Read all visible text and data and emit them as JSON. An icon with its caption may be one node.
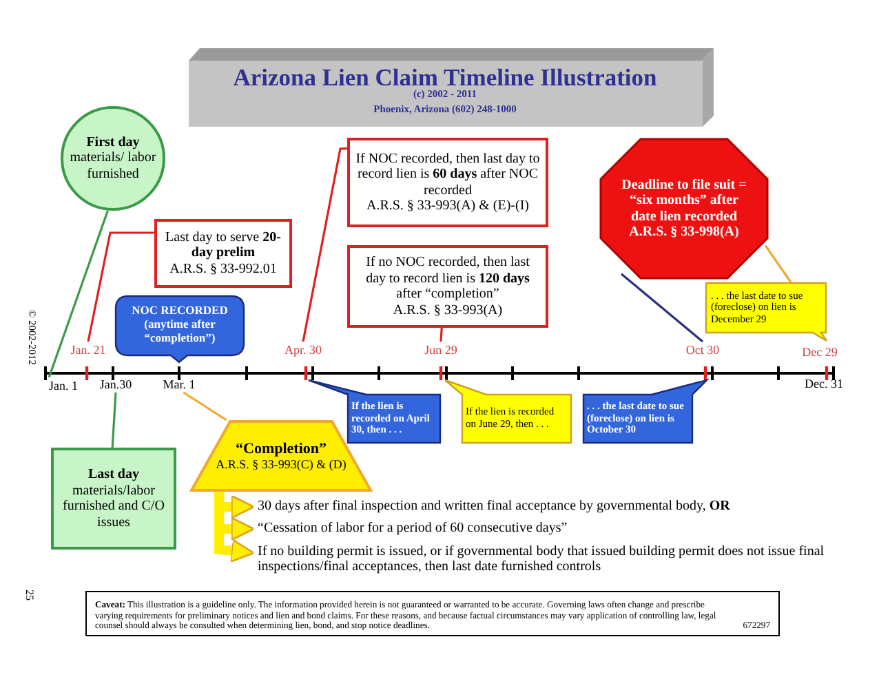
{
  "diagram": {
    "title": "Arizona Lien Claim Timeline Illustration",
    "nodes": [
      {
        "text": [
          "First day",
          "materials/ labor furnished"
        ]
      },
      {
        "text": [
          "Last day to serve **20-day prelim**",
          "A.R.S. § 33-992.01"
        ]
      },
      {
        "text": [
          "NOC RECORDED",
          "(anytime after “completion”)"
        ]
      },
      {
        "text": [
          "If NOC recorded, then last day to record lien is **60 days** after NOC recorded",
          "A.R.S. § 33-993(A) & (E)-(I)"
        ]
      },
      {
        "text": [
          "If no NOC recorded, then last day to record lien is **120 days** after “completion”",
          "A.R.S. § 33-993(A)"
        ]
      },
      {
        "text": [
          "Deadline to file suit = “six months” after date lien recorded",
          "A.R.S. § 33-998(A)"
        ]
      },
      {
        "text": [
          ". . . the last date to sue (foreclose) on lien is December 29"
        ]
      },
      {
        "text": [
          "If the lien is recorded on April 30, then . . ."
        ]
      },
      {
        "text": [
          "If the lien is recorded on June 29, then . . ."
        ]
      },
      {
        "text": [
          ". . . the last date to sue (foreclose) on lien is October 30"
        ]
      },
      {
        "text": [
          "Last day",
          "materials/labor furnished and C/O issues"
        ]
      },
      {
        "text": [
          "“Completion”",
          "A.R.S. § 33-993(C) & (D)"
        ]
      },
      {
        "text": [
          "30 days after final inspection and written final acceptance by governmental body, **OR**"
        ]
      },
      {
        "text": [
          "“Cessation of labor for a period of 60 consecutive days”"
        ]
      },
      {
        "text": [
          "If no building permit is issued, or if governmental body that issued building permit does not issue final inspections/final acceptances, then last date furnished controls"
        ]
      },
      {
        "text": [
          "**Caveat:** This illustration is a guideline only.  The information provided herein is not guaranteed or warranted to be accurate.  Governing laws often change and prescribe varying requirements for preliminary notices and lien and bond claims.  For these reasons, and because factual circumstances may vary application of controlling law, legal counsel should always be consulted when determining lien, bond, and stop notice deadlines.",
          "672297"
        ]
      },
      {
        "text": [
          "Jan. 21"
        ]
      },
      {
        "text": [
          "Apr. 30"
        ]
      },
      {
        "text": [
          "Jun 29"
        ]
      },
      {
        "text": [
          "Oct 30"
        ]
      },
      {
        "text": [
          "Jan.30"
        ]
      },
      {
        "text": [
          "Mar. 1"
        ]
      },
      {
        "text": [
          "Jan. 1"
        ]
      }
    ],
    "edges": [
      {
        "from": 0,
        "to": 22,
        "arrow": "none",
        "color": "#3a9a48"
      },
      {
        "from": 1,
        "to": 16,
        "arrow": "none"
      },
      {
        "from": 3,
        "to": 17,
        "arrow": "none"
      },
      {
        "from": 4,
        "to": 18,
        "arrow": "none"
      },
      {
        "from": 5,
        "to": 19,
        "arrow": "none",
        "color": "#2b2f80"
      },
      {
        "from": 5,
        "to": 6,
        "arrow": "none",
        "color": "#f0a830"
      },
      {
        "from": 10,
        "to": 20,
        "arrow": "none",
        "color": "#3a9a48"
      },
      {
        "from": 11,
        "to": 21,
        "arrow": "none",
        "color": "#f0a830"
      },
      {
        "from": 11,
        "to": 12,
        "arrow": "to",
        "style": "thick",
        "color": "#ffee00"
      },
      {
        "from": 11,
        "to": 13,
        "arrow": "to",
        "style": "thick",
        "color": "#ffee00"
      },
      {
        "from": 11,
        "to": 14,
        "arrow": "to",
        "style": "thick",
        "color": "#ffee00"
      }
    ],
    "labels": [
      "(c) 2002 - 2011",
      "Phoenix, Arizona (602) 248-1000",
      "© 2002-2012",
      "Dec 29",
      "Dec. 31",
      "25"
    ]
  }
}
